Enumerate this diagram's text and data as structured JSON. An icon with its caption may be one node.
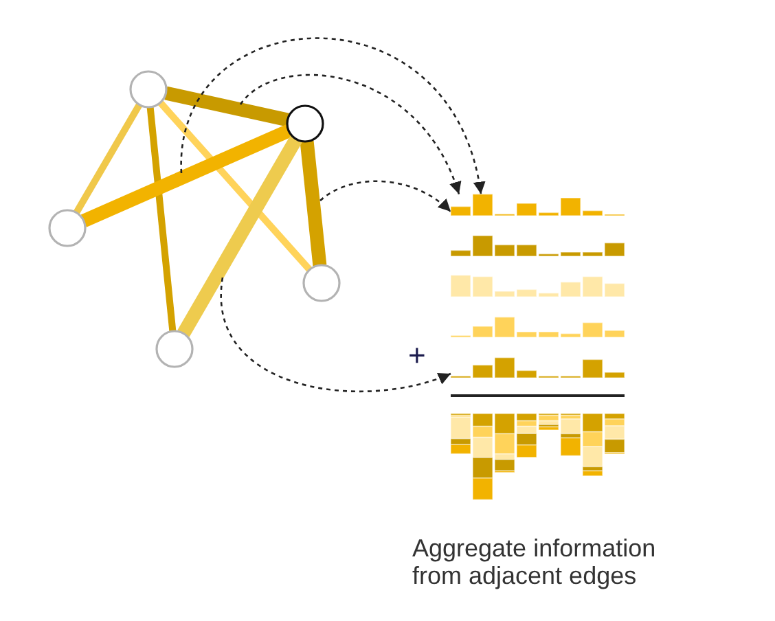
{
  "diagram": {
    "caption": "Aggregate information from adjacent edges",
    "nodes": [
      {
        "text": [],
        "shape": "circle"
      },
      {
        "text": [],
        "shape": "circle"
      },
      {
        "text": [],
        "shape": "circle"
      },
      {
        "text": [],
        "shape": "circle"
      },
      {
        "text": [],
        "shape": "circle"
      },
      {
        "text": [],
        "shape": "chart"
      },
      {
        "text": [],
        "shape": "chart"
      },
      {
        "text": [],
        "shape": "chart"
      },
      {
        "text": [],
        "shape": "chart"
      },
      {
        "text": [],
        "shape": "chart"
      }
    ],
    "edges": [
      {
        "from": 0,
        "to": 1,
        "arrow": "none",
        "style": "thick",
        "color": "#c89a00"
      },
      {
        "from": 0,
        "to": 2,
        "arrow": "none",
        "color": "#f0c84a"
      },
      {
        "from": 0,
        "to": 3,
        "arrow": "none",
        "color": "#ffd35a"
      },
      {
        "from": 0,
        "to": 4,
        "arrow": "none",
        "color": "#d4a200"
      },
      {
        "from": 1,
        "to": 2,
        "arrow": "none",
        "style": "thick",
        "color": "#f2b300"
      },
      {
        "from": 1,
        "to": 3,
        "arrow": "none",
        "style": "thick",
        "color": "#d4a200"
      },
      {
        "from": 1,
        "to": 4,
        "arrow": "none",
        "style": "thick",
        "color": "#eecb4e"
      },
      {
        "from": null,
        "to": 5,
        "arrow": "to",
        "style": "dashed"
      },
      {
        "from": null,
        "to": 5,
        "arrow": "to",
        "style": "dashed"
      },
      {
        "from": null,
        "to": 5,
        "arrow": "to",
        "style": "dashed"
      },
      {
        "from": null,
        "to": 9,
        "arrow": "to",
        "style": "dashed"
      }
    ],
    "labels": [
      "+"
    ]
  }
}
